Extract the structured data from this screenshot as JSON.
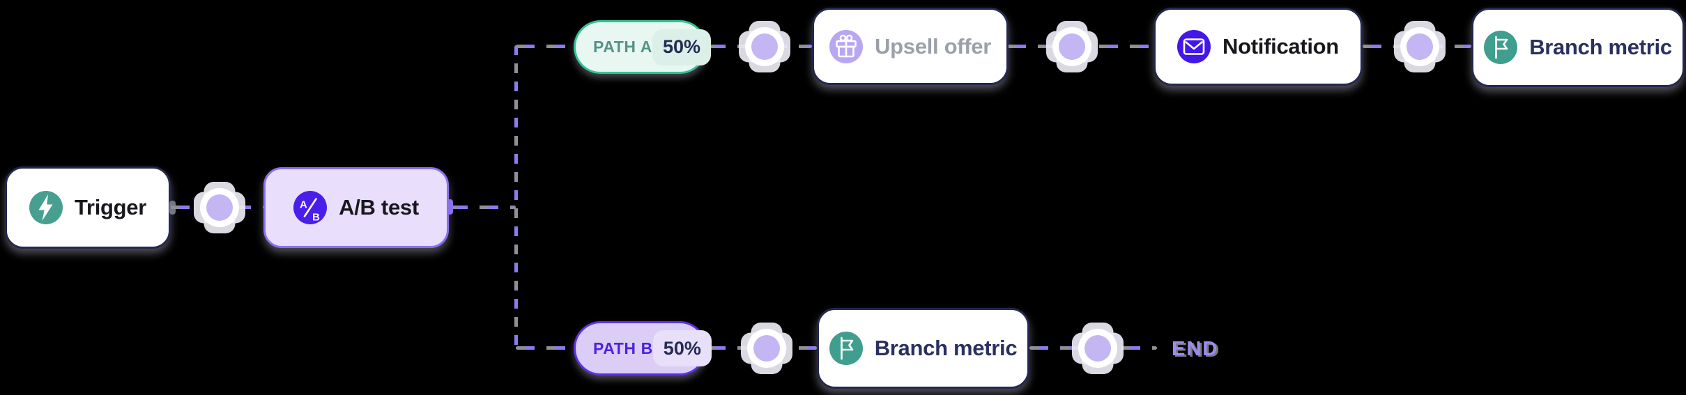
{
  "app": {
    "view": "journey-builder-canvas"
  },
  "canvas": {
    "background": "#000000"
  },
  "nodes": {
    "trigger": {
      "label": "Trigger",
      "icon": "lightning-icon",
      "icon_color": "#47a08f"
    },
    "ab_test": {
      "label": "A/B test",
      "icon": "ab-split-icon",
      "icon_color": "#4a1ee9",
      "icon_a": "A",
      "icon_b": "B"
    },
    "path_a": {
      "label": "PATH A",
      "percent": "50%"
    },
    "upsell_offer": {
      "label": "Upsell offer",
      "icon": "gift-icon",
      "icon_color": "#b6a7f3",
      "state": "dimmed"
    },
    "notification": {
      "label": "Notification",
      "icon": "envelope-icon",
      "icon_color": "#4217e7"
    },
    "branch_metric_top": {
      "label": "Branch metric",
      "icon": "flag-icon",
      "icon_color": "#3f9e8e"
    },
    "path_b": {
      "label": "PATH B",
      "percent": "50%"
    },
    "branch_metric_bottom": {
      "label": "Branch metric",
      "icon": "flag-icon",
      "icon_color": "#3f9e8e"
    },
    "end_marker": {
      "label": "END"
    }
  },
  "colors": {
    "background": "#000000",
    "node_border": "#242850",
    "node_bg": "#ffffff",
    "ab_node_bg": "#e9defb",
    "ab_node_border": "#8a70ee",
    "path_a_bg": "#e8f7f1",
    "path_a_border": "#31c299",
    "path_a_text": "#569287",
    "path_b_bg": "#dacdf6",
    "path_b_border": "#5f30e9",
    "path_b_text": "#4e21dc",
    "percent_text": "#242b52",
    "dot_core": "#c4b6f2",
    "dash_gray": "#8e8f97",
    "dash_purple": "#8b7bf0",
    "label_ink": "#17181c",
    "label_navy": "#2a3060",
    "label_muted": "#9ba0a8",
    "end_text": "#9c8cf0"
  }
}
